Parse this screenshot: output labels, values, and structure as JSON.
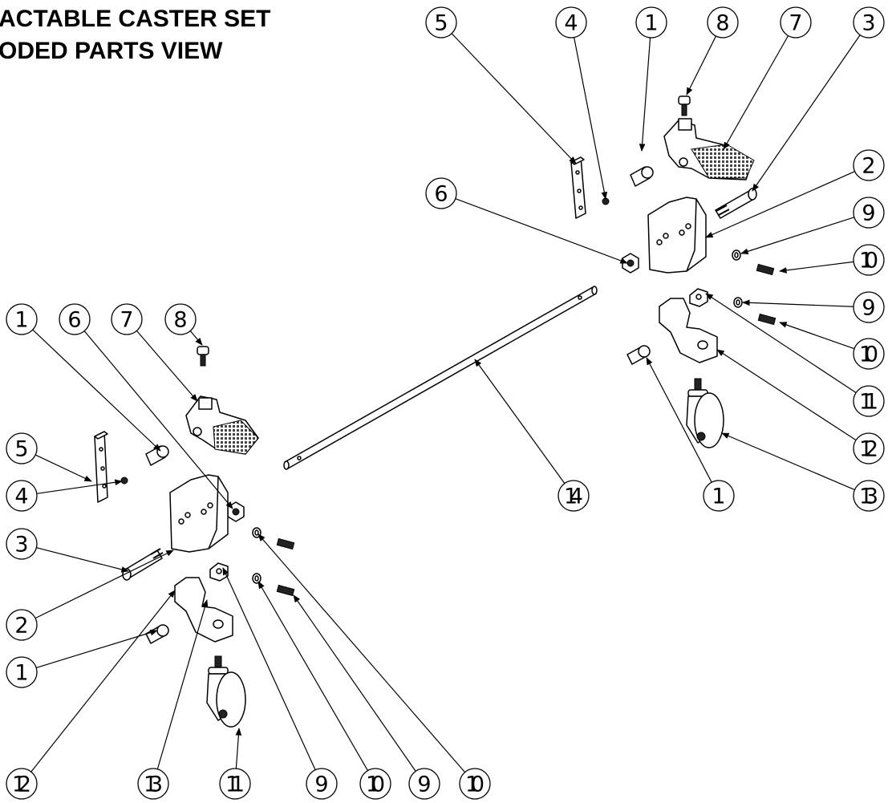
{
  "title": {
    "line1": "ACTABLE CASTER SET",
    "line2": "ODED PARTS VIEW"
  },
  "callouts": [
    {
      "label": "5"
    },
    {
      "label": "4"
    },
    {
      "label": "1"
    },
    {
      "label": "8"
    },
    {
      "label": "7"
    },
    {
      "label": "3"
    },
    {
      "label": "2"
    },
    {
      "label": "6"
    },
    {
      "label": "9"
    },
    {
      "label": "10"
    },
    {
      "label": "9"
    },
    {
      "label": "10"
    },
    {
      "label": "11"
    },
    {
      "label": "12"
    },
    {
      "label": "13"
    },
    {
      "label": "1"
    },
    {
      "label": "14"
    },
    {
      "label": "1"
    },
    {
      "label": "6"
    },
    {
      "label": "7"
    },
    {
      "label": "8"
    },
    {
      "label": "5"
    },
    {
      "label": "4"
    },
    {
      "label": "3"
    },
    {
      "label": "2"
    },
    {
      "label": "1"
    },
    {
      "label": "12"
    },
    {
      "label": "13"
    },
    {
      "label": "11"
    },
    {
      "label": "9"
    },
    {
      "label": "10"
    },
    {
      "label": "9"
    },
    {
      "label": "10"
    }
  ]
}
